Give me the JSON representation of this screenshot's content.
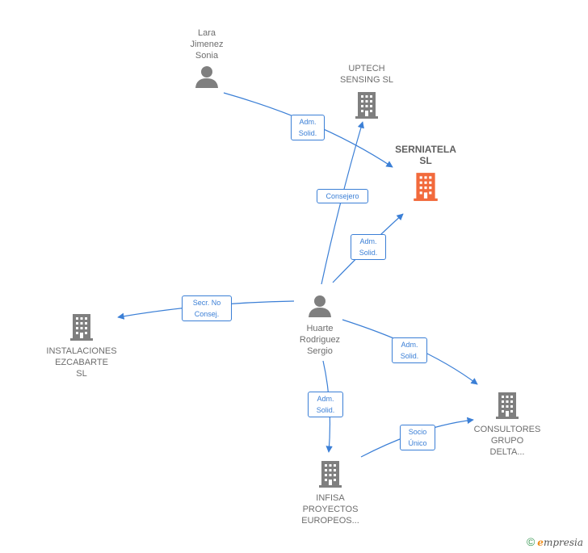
{
  "colors": {
    "edge": "#3b7fd6",
    "node_company": "#7f7f7f",
    "node_person": "#7f7f7f",
    "node_highlight": "#f26a3c"
  },
  "nodes": {
    "lara": {
      "label": "Lara\nJimenez\nSonia",
      "icon": "person-icon"
    },
    "uptech": {
      "label": "UPTECH\nSENSING  SL",
      "icon": "building-icon"
    },
    "serniatela": {
      "label": "SERNIATELA\nSL",
      "icon": "building-icon"
    },
    "huarte": {
      "label": "Huarte\nRodriguez\nSergio",
      "icon": "person-icon"
    },
    "instalaciones": {
      "label": "INSTALACIONES\nEZCABARTE\nSL",
      "icon": "building-icon"
    },
    "consultores": {
      "label": "CONSULTORES\nGRUPO\nDELTA...",
      "icon": "building-icon"
    },
    "infisa": {
      "label": "INFISA\nPROYECTOS\nEUROPEOS...",
      "icon": "building-icon"
    }
  },
  "edges": {
    "lara_serniatela": "Adm.\nSolid.",
    "huarte_uptech": "Consejero",
    "huarte_serniatela": "Adm.\nSolid.",
    "huarte_instalaciones": "Secr.  No\nConsej.",
    "huarte_consultores": "Adm.\nSolid.",
    "huarte_infisa": "Adm.\nSolid.",
    "infisa_consultores": "Socio\nÚnico"
  },
  "brand": {
    "copyright": "©",
    "e": "e",
    "rest": "mpresia"
  }
}
